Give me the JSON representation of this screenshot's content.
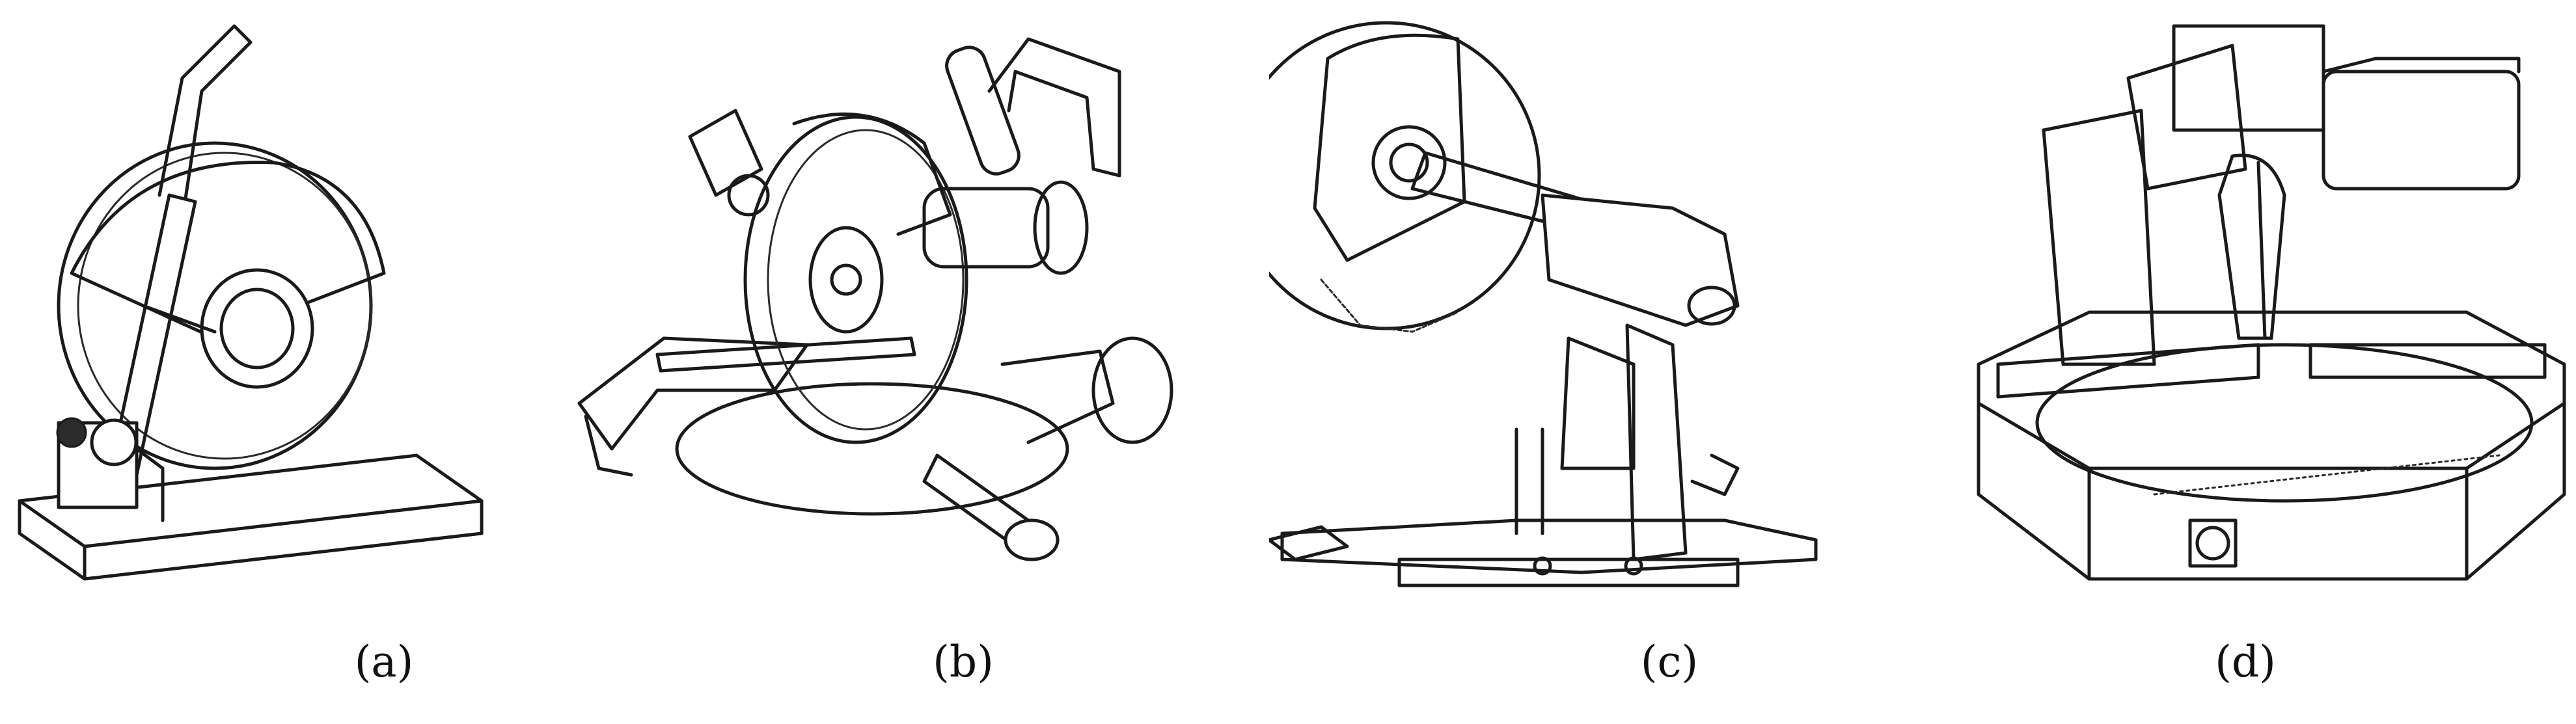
{
  "figure": {
    "panels": [
      {
        "label": "(a)",
        "illustration": "abrasive-cut-off-saw"
      },
      {
        "label": "(b)",
        "illustration": "compound-miter-saw-isometric"
      },
      {
        "label": "(c)",
        "illustration": "sliding-miter-saw-side-view"
      },
      {
        "label": "(d)",
        "illustration": "miter-saw-front-view"
      }
    ]
  },
  "colors": {
    "line": "#1a1a1a",
    "background": "#ffffff"
  }
}
